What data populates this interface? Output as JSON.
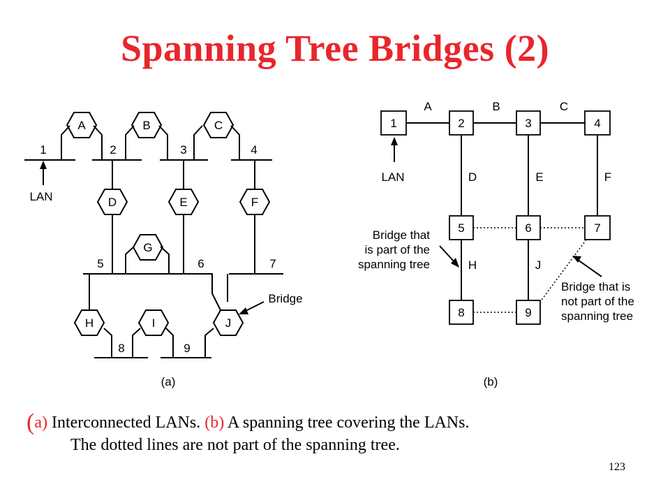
{
  "slide": {
    "title": "Spanning Tree Bridges (2)",
    "page_number": "123"
  },
  "diagram_a": {
    "label": "(a)",
    "bridges": [
      "A",
      "B",
      "C",
      "D",
      "E",
      "F",
      "G",
      "H",
      "I",
      "J"
    ],
    "lans": [
      "1",
      "2",
      "3",
      "4",
      "5",
      "6",
      "7",
      "8",
      "9"
    ],
    "lan_label": "LAN",
    "bridge_label": "Bridge"
  },
  "diagram_b": {
    "label": "(b)",
    "nodes": [
      "1",
      "2",
      "3",
      "4",
      "5",
      "6",
      "7",
      "8",
      "9"
    ],
    "edge_labels": [
      "A",
      "B",
      "C",
      "D",
      "E",
      "F",
      "H",
      "J"
    ],
    "lan_label": "LAN",
    "callout_in_tree": [
      "Bridge that",
      "is part of the",
      "spanning  tree"
    ],
    "callout_not_in_tree": [
      "Bridge that is",
      "not part of the",
      "spanning tree"
    ]
  },
  "caption": {
    "open_paren": "(",
    "a_tag": "a)",
    "a_text": " Interconnected LANs.  ",
    "b_tag": "(b)",
    "b_text": " A spanning tree covering the LANs.",
    "line2": "The dotted lines are not part of the spanning tree."
  }
}
